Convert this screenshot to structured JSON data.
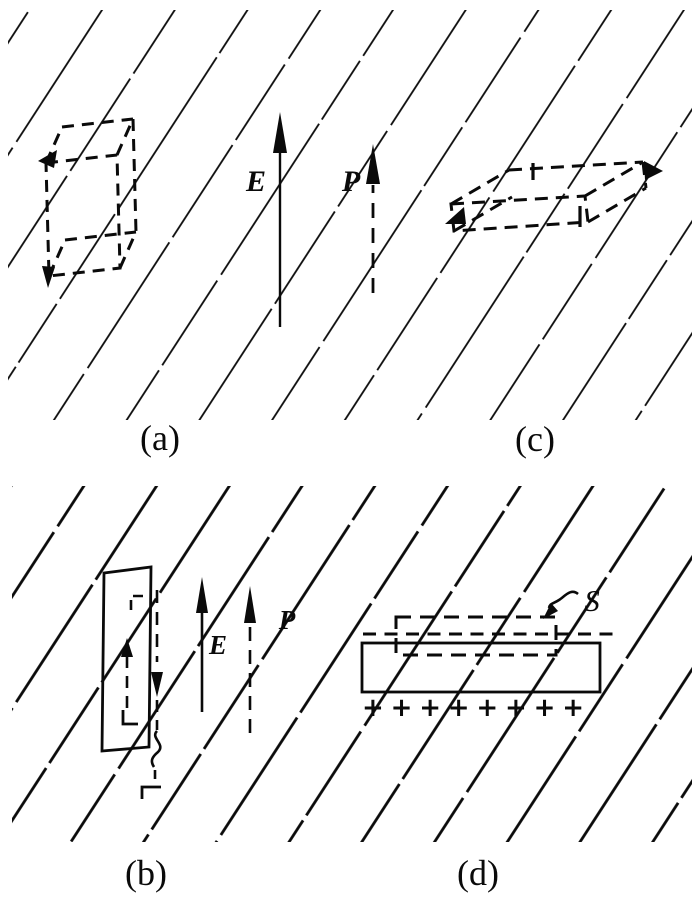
{
  "figure": {
    "ink": "#0a0a0a",
    "background": "#ffffff",
    "top_field": {
      "e_label": "E",
      "p_label": "P",
      "panel_a_label": "(a)",
      "panel_c_label": "(c)"
    },
    "bottom_field": {
      "e_label": "E",
      "p_label": "P",
      "s_label": "S",
      "plus_row": "+ + + + + + + +",
      "plus_count": 8,
      "minus_dash_count": 12,
      "panel_b_label": "(b)",
      "panel_d_label": "(d)"
    }
  }
}
